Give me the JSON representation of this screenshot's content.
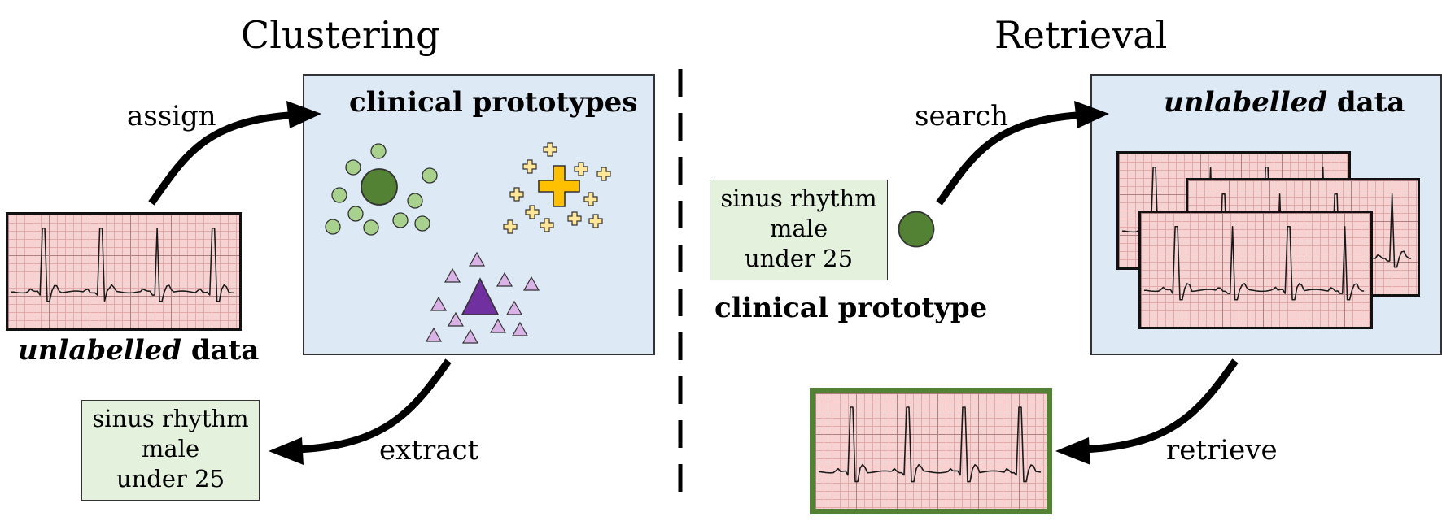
{
  "clustering": {
    "title": "Clustering",
    "input_caption": {
      "italic": "unlabelled",
      "rest": " data"
    },
    "panel_title": "clinical prototypes",
    "assign_label": "assign",
    "extract_label": "extract",
    "extracted_label": [
      "sinus rhythm",
      "male",
      "under 25"
    ]
  },
  "retrieval": {
    "title": "Retrieval",
    "query_label": [
      "sinus rhythm",
      "male",
      "under 25"
    ],
    "query_caption": "clinical prototype",
    "search_label": "search",
    "panel_title": {
      "italic": "unlabelled",
      "rest": " data"
    },
    "retrieve_label": "retrieve"
  },
  "colors": {
    "green_cluster": "#548235",
    "green_light": "#a9d18e",
    "orange_cluster": "#ffc000",
    "orange_light": "#ffe699",
    "purple_cluster": "#7030a0",
    "purple_light": "#d9b3e6",
    "panel_bg": "#dde9f5",
    "label_bg": "#e4f1dc",
    "ecg_bg": "#f6d3d3",
    "retrieved_border": "#548235"
  }
}
